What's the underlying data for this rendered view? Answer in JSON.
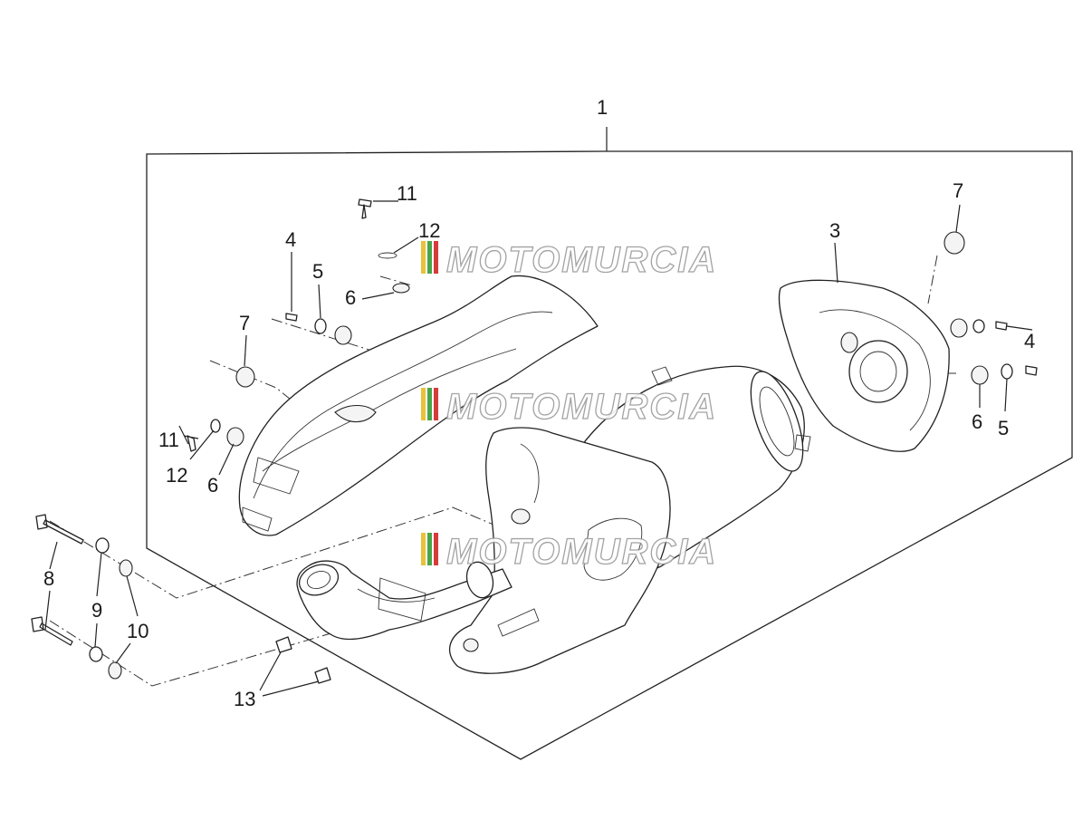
{
  "diagram": {
    "callouts": {
      "c1": "1",
      "c3": "3",
      "c4a": "4",
      "c4b": "4",
      "c5a": "5",
      "c5b": "5",
      "c6a": "6",
      "c6b": "6",
      "c6c": "6",
      "c7a": "7",
      "c7b": "7",
      "c8": "8",
      "c9": "9",
      "c10": "10",
      "c11a": "11",
      "c11b": "11",
      "c12a": "12",
      "c12b": "12",
      "c13": "13"
    }
  },
  "watermark": {
    "text": "MOTOMURCIA",
    "stripe_colors": [
      "#e8c23a",
      "#4aa54a",
      "#d63b3b"
    ]
  }
}
